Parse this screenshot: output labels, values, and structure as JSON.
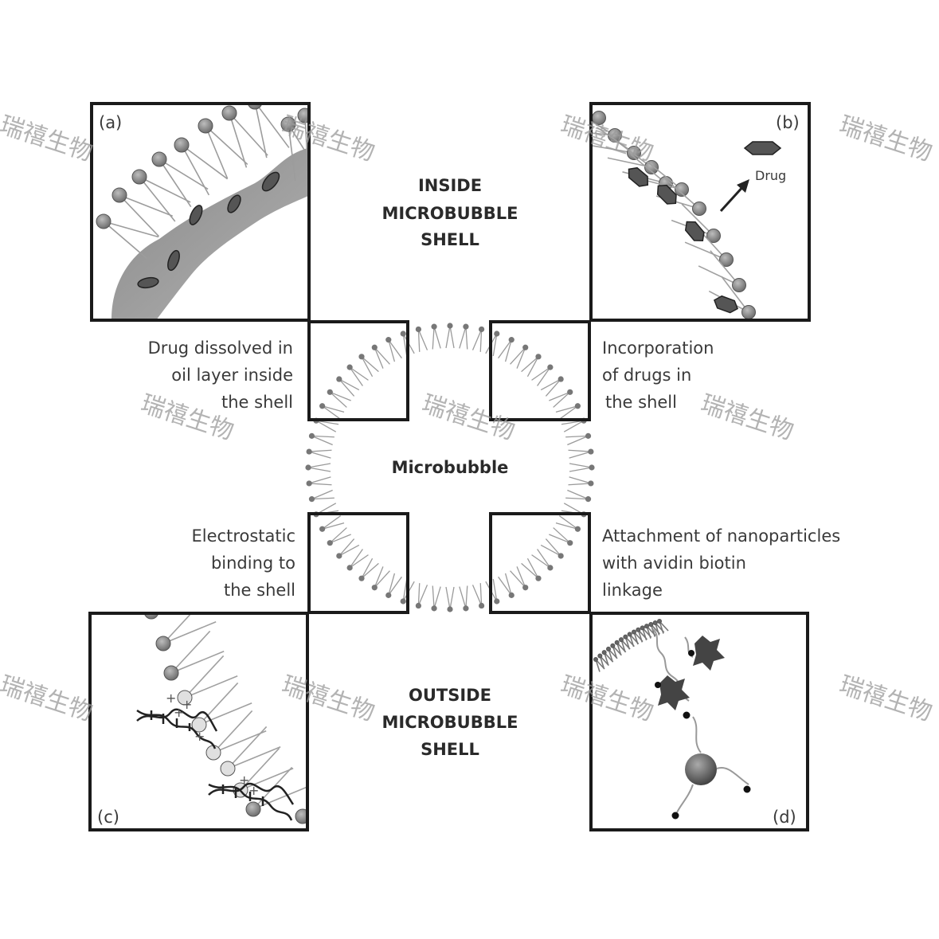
{
  "panel_labels": {
    "a": "(a)",
    "b": "(b)",
    "c": "(c)",
    "d": "(d)"
  },
  "drug_label": "Drug",
  "inside_title": [
    "INSIDE",
    "MICROBUBBLE",
    "SHELL"
  ],
  "outside_title": [
    "OUTSIDE",
    "MICROBUBBLE",
    "SHELL"
  ],
  "center_label": "Microbubble",
  "caption_a": [
    "Drug dissolved in",
    "oil layer inside",
    "the shell"
  ],
  "caption_b": [
    "Incorporation",
    "of drugs in",
    "the shell"
  ],
  "caption_c": [
    "Electrostatic",
    "binding to",
    "the shell"
  ],
  "caption_d": [
    "Attachment of nanoparticles",
    "with avidin biotin",
    "linkage"
  ],
  "watermark": "瑞禧生物",
  "colors": {
    "frame": "#1a1a1a",
    "lipid_head": "#8a8a8a",
    "oil": "#9a9a9a",
    "text": "#3a3a3a"
  }
}
